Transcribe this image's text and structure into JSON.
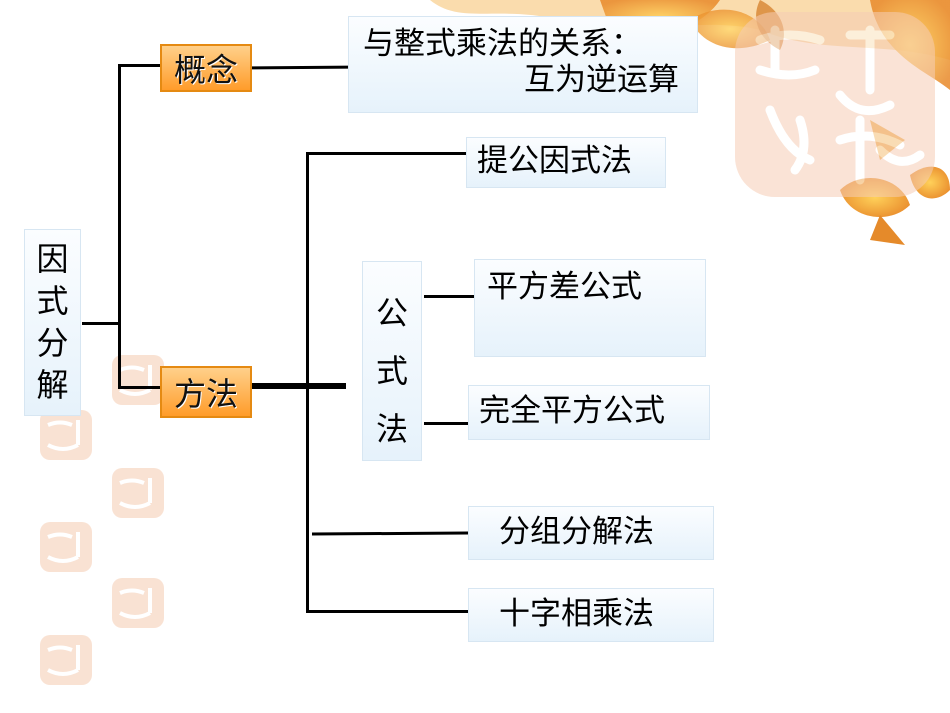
{
  "root": {
    "chars": [
      "因",
      "式",
      "分",
      "解"
    ]
  },
  "concept": {
    "label": "概念"
  },
  "method": {
    "label": "方法"
  },
  "relation": {
    "line1": "与整式乘法的关系：",
    "line2": "互为逆运算"
  },
  "methods": {
    "common_factor": "提公因式法",
    "formula_chars": [
      "公",
      "式",
      "法"
    ],
    "difference_of_squares": "平方差公式",
    "perfect_square": "完全平方公式",
    "grouping": "分组分解法",
    "cross_multiplication": "十字相乘法"
  },
  "colors": {
    "accent_orange": "#ff9c2a",
    "box_blue": "#e6f2fb",
    "leaf": "#f2a83a"
  }
}
